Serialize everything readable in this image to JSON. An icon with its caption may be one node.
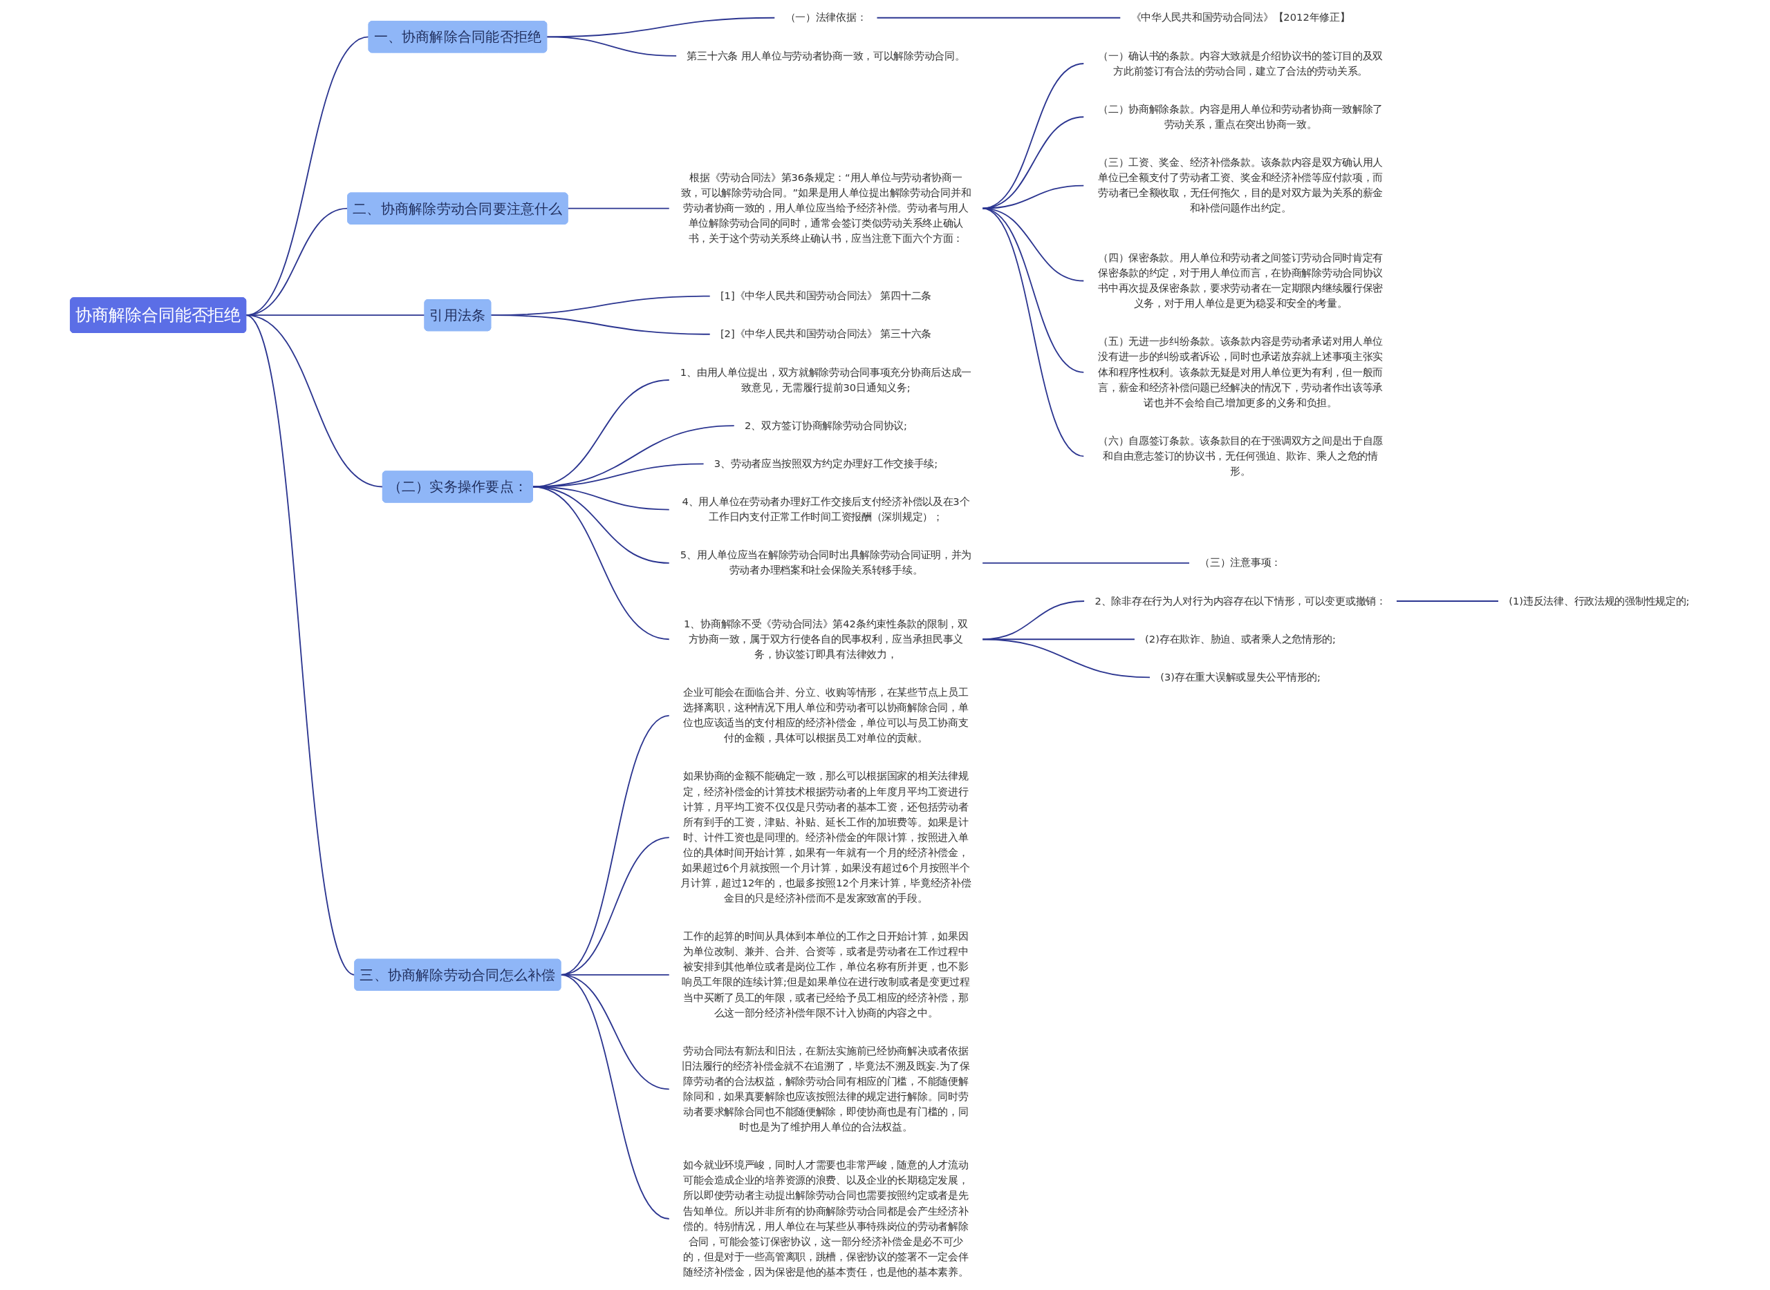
{
  "diagram": {
    "nodes": [
      {
        "text": [
          "协商解除合同能否拒绝"
        ]
      },
      {
        "text": [
          "一、协商解除合同能否拒绝"
        ]
      },
      {
        "text": [
          "（一）法律依据："
        ]
      },
      {
        "text": [
          "《中华人民共和国劳动合同法》【2012年修正】"
        ]
      },
      {
        "text": [
          "第三十六条 用人单位与劳动者协商一致，可以解除劳动合同。"
        ]
      },
      {
        "text": [
          "二、协商解除劳动合同要注意什么"
        ]
      },
      {
        "text": [
          "根据《劳动合同法》第36条规定：“用人单位与劳动者协商一致，可以解除劳动合同。”如果是用人单位提出解除劳动合同并和劳动者协商一致的，用人单位应当给予经济补偿。劳动者与用人单位解除劳动合同的同时，通常会签订类似劳动关系终止确认书，关于这个劳动关系终止确认书，应当注意下面六个方面："
        ]
      },
      {
        "text": [
          "（一）确认书的条款。内容大致就是介绍协议书的签订目的及双方此前签订有合法的劳动合同，建立了合法的劳动关系。"
        ]
      },
      {
        "text": [
          "（二）协商解除条款。内容是用人单位和劳动者协商一致解除了劳动关系，重点在突出协商一致。"
        ]
      },
      {
        "text": [
          "（三）工资、奖金、经济补偿条款。该条款内容是双方确认用人单位已全额支付了劳动者工资、奖金和经济补偿等应付款项，而劳动者已全额收取，无任何拖欠，目的是对双方最为关系的薪金和补偿问题作出约定。"
        ]
      },
      {
        "text": [
          "（四）保密条款。用人单位和劳动者之间签订劳动合同时肯定有保密条款的约定，对于用人单位而言，在协商解除劳动合同协议书中再次提及保密条款，要求劳动者在一定期限内继续履行保密义务，对于用人单位是更为稳妥和安全的考量。"
        ]
      },
      {
        "text": [
          "（五）无进一步纠纷条款。该条款内容是劳动者承诺对用人单位没有进一步的纠纷或者诉讼，同时也承诺放弃就上述事项主张实体和程序性权利。该条款无疑是对用人单位更为有利，但一般而言，薪金和经济补偿问题已经解决的情况下，劳动者作出该等承诺也并不会给自己增加更多的义务和负担。"
        ]
      },
      {
        "text": [
          "（六）自愿签订条款。该条款目的在于强调双方之间是出于自愿和自由意志签订的协议书，无任何强迫、欺诈、乘人之危的情形。"
        ]
      },
      {
        "text": [
          "引用法条"
        ]
      },
      {
        "text": [
          "[1]《中华人民共和国劳动合同法》 第四十二条"
        ]
      },
      {
        "text": [
          "[2]《中华人民共和国劳动合同法》 第三十六条"
        ]
      },
      {
        "text": [
          "（二）实务操作要点："
        ]
      },
      {
        "text": [
          "1、由用人单位提出，双方就解除劳动合同事项充分协商后达成一致意见，无需履行提前30日通知义务;"
        ]
      },
      {
        "text": [
          "2、双方签订协商解除劳动合同协议;"
        ]
      },
      {
        "text": [
          "3、劳动者应当按照双方约定办理好工作交接手续;"
        ]
      },
      {
        "text": [
          "4、用人单位在劳动者办理好工作交接后支付经济补偿以及在3个工作日内支付正常工作时间工资报酬（深圳规定）；"
        ]
      },
      {
        "text": [
          "5、用人单位应当在解除劳动合同时出具解除劳动合同证明，并为劳动者办理档案和社会保险关系转移手续。"
        ]
      },
      {
        "text": [
          "（三）注意事项："
        ]
      },
      {
        "text": [
          "1、协商解除不受《劳动合同法》第42条约束性条款的限制，双方协商一致，属于双方行使各自的民事权利，应当承担民事义务，协议签订即具有法律效力，"
        ]
      },
      {
        "text": [
          "2、除非存在行为人对行为内容存在以下情形，可以变更或撤销："
        ]
      },
      {
        "text": [
          "(1)违反法律、行政法规的强制性规定的;"
        ]
      },
      {
        "text": [
          "(2)存在欺诈、胁迫、或者乘人之危情形的;"
        ]
      },
      {
        "text": [
          "(3)存在重大误解或显失公平情形的;"
        ]
      },
      {
        "text": [
          "三、协商解除劳动合同怎么补偿"
        ]
      },
      {
        "text": [
          "企业可能会在面临合并、分立、收购等情形，在某些节点上员工选择离职，这种情况下用人单位和劳动者可以协商解除合同，单位也应该适当的支付相应的经济补偿金，单位可以与员工协商支付的金额，具体可以根据员工对单位的贡献。"
        ]
      },
      {
        "text": [
          "如果协商的金额不能确定一致，那么可以根据国家的相关法律规定，经济补偿金的计算技术根据劳动者的上年度月平均工资进行计算，月平均工资不仅仅是只劳动者的基本工资，还包括劳动者所有到手的工资，津贴、补贴、延长工作的加班费等。如果是计时、计件工资也是同理的。经济补偿金的年限计算，按照进入单位的具体时间开始计算，如果有一年就有一个月的经济补偿金，如果超过6个月就按照一个月计算，如果没有超过6个月按照半个月计算，超过12年的，也最多按照12个月来计算，毕竟经济补偿金目的只是经济补偿而不是发家致富的手段。"
        ]
      },
      {
        "text": [
          "工作的起算的时间从具体到本单位的工作之日开始计算，如果因为单位改制、兼并、合并、合资等，或者是劳动者在工作过程中被安排到其他单位或者是岗位工作，单位名称有所并更，也不影响员工年限的连续计算;但是如果单位在进行改制或者是变更过程当中买断了员工的年限，或者已经给予员工相应的经济补偿，那么这一部分经济补偿年限不计入协商的内容之中。"
        ]
      },
      {
        "text": [
          "劳动合同法有新法和旧法，在新法实施前已经协商解决或者依据旧法履行的经济补偿金就不在追溯了，毕竟法不溯及既妄.为了保障劳动者的合法权益，解除劳动合同有相应的门槛，不能随便解除同和，如果真要解除也应该按照法律的规定进行解除。同时劳动者要求解除合同也不能随便解除，即使协商也是有门槛的，同时也是为了维护用人单位的合法权益。"
        ]
      },
      {
        "text": [
          "如今就业环境严峻，同时人才需要也非常严峻，随意的人才流动可能会造成企业的培养资源的浪费、以及企业的长期稳定发展，所以即使劳动者主动提出解除劳动合同也需要按照约定或者是先告知单位。所以并非所有的协商解除劳动合同都是会产生经济补偿的。特别情况，用人单位在与某些从事特殊岗位的劳动者解除合同，可能会签订保密协议，这一部分经济补偿金是必不可少的，但是对于一些高管离职，跳槽，保密协议的签署不一定会伴随经济补偿金，因为保密是他的基本责任，也是他的基本素养。"
        ]
      }
    ],
    "edges": [
      {
        "from": 0,
        "to": 1,
        "arrow": "none"
      },
      {
        "from": 1,
        "to": 2,
        "arrow": "none"
      },
      {
        "from": 2,
        "to": 3,
        "arrow": "none"
      },
      {
        "from": 1,
        "to": 4,
        "arrow": "none"
      },
      {
        "from": 0,
        "to": 5,
        "arrow": "none"
      },
      {
        "from": 5,
        "to": 6,
        "arrow": "none"
      },
      {
        "from": 6,
        "to": 7,
        "arrow": "none"
      },
      {
        "from": 6,
        "to": 8,
        "arrow": "none"
      },
      {
        "from": 6,
        "to": 9,
        "arrow": "none"
      },
      {
        "from": 6,
        "to": 10,
        "arrow": "none"
      },
      {
        "from": 6,
        "to": 11,
        "arrow": "none"
      },
      {
        "from": 6,
        "to": 12,
        "arrow": "none"
      },
      {
        "from": 0,
        "to": 13,
        "arrow": "none"
      },
      {
        "from": 13,
        "to": 14,
        "arrow": "none"
      },
      {
        "from": 13,
        "to": 15,
        "arrow": "none"
      },
      {
        "from": 0,
        "to": 16,
        "arrow": "none"
      },
      {
        "from": 16,
        "to": 17,
        "arrow": "none"
      },
      {
        "from": 16,
        "to": 18,
        "arrow": "none"
      },
      {
        "from": 16,
        "to": 19,
        "arrow": "none"
      },
      {
        "from": 16,
        "to": 20,
        "arrow": "none"
      },
      {
        "from": 16,
        "to": 21,
        "arrow": "none"
      },
      {
        "from": 21,
        "to": 22,
        "arrow": "none"
      },
      {
        "from": 16,
        "to": 23,
        "arrow": "none"
      },
      {
        "from": 23,
        "to": 24,
        "arrow": "none"
      },
      {
        "from": 24,
        "to": 25,
        "arrow": "none"
      },
      {
        "from": 23,
        "to": 26,
        "arrow": "none"
      },
      {
        "from": 23,
        "to": 27,
        "arrow": "none"
      },
      {
        "from": 0,
        "to": 28,
        "arrow": "none"
      },
      {
        "from": 28,
        "to": 29,
        "arrow": "none"
      },
      {
        "from": 28,
        "to": 30,
        "arrow": "none"
      },
      {
        "from": 28,
        "to": 31,
        "arrow": "none"
      },
      {
        "from": 28,
        "to": 32,
        "arrow": "none"
      },
      {
        "from": 28,
        "to": 33,
        "arrow": "none"
      }
    ]
  }
}
